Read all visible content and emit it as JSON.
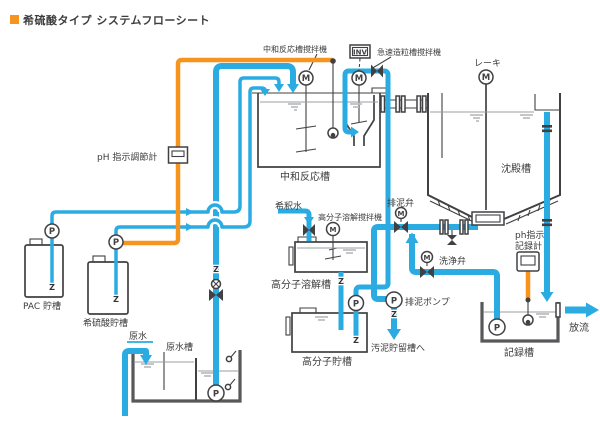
{
  "colors": {
    "pipe_blue": "#2aabe2",
    "signal_orange": "#f7941d",
    "line_dark": "#414143",
    "tank_gray": "#57585a",
    "water_gray": "#9b9da0",
    "shade_gray": "#bdbec0",
    "text": "#3c3c3e"
  },
  "title": {
    "text": "希硫酸タイプ システムフローシート"
  },
  "equipment": {
    "neutralizer_agitator": "中和反応槽撹拌機",
    "inverter": "INV",
    "granulation_agitator": "急速造粒槽撹拌機",
    "rake": "レーキ",
    "ph_controller": "pH 指示調節計",
    "neutralization_tank": "中和反応槽",
    "sedimentation_tank": "沈殿槽",
    "dilution_water": "希釈水",
    "polymer_agitator": "高分子溶解撹拌機",
    "sludge_valve": "排泥弁",
    "ph_recorder_line1": "ph指示",
    "ph_recorder_line2": "記録計",
    "pac_tank": "PAC 貯槽",
    "sulfuric_acid_tank": "希硫酸貯槽",
    "raw_water": "原水",
    "raw_water_tank": "原水槽",
    "polymer_dissolution_tank": "高分子溶解槽",
    "washing_valve": "洗浄弁",
    "sludge_pump": "排泥ポンプ",
    "polymer_storage_tank": "高分子貯槽",
    "to_sludge_storage": "汚泥貯留槽へ",
    "recording_tank": "記録槽",
    "discharge": "放流"
  },
  "symbols": {
    "pump": "P",
    "motor": "M",
    "foot_valve": "Z"
  }
}
